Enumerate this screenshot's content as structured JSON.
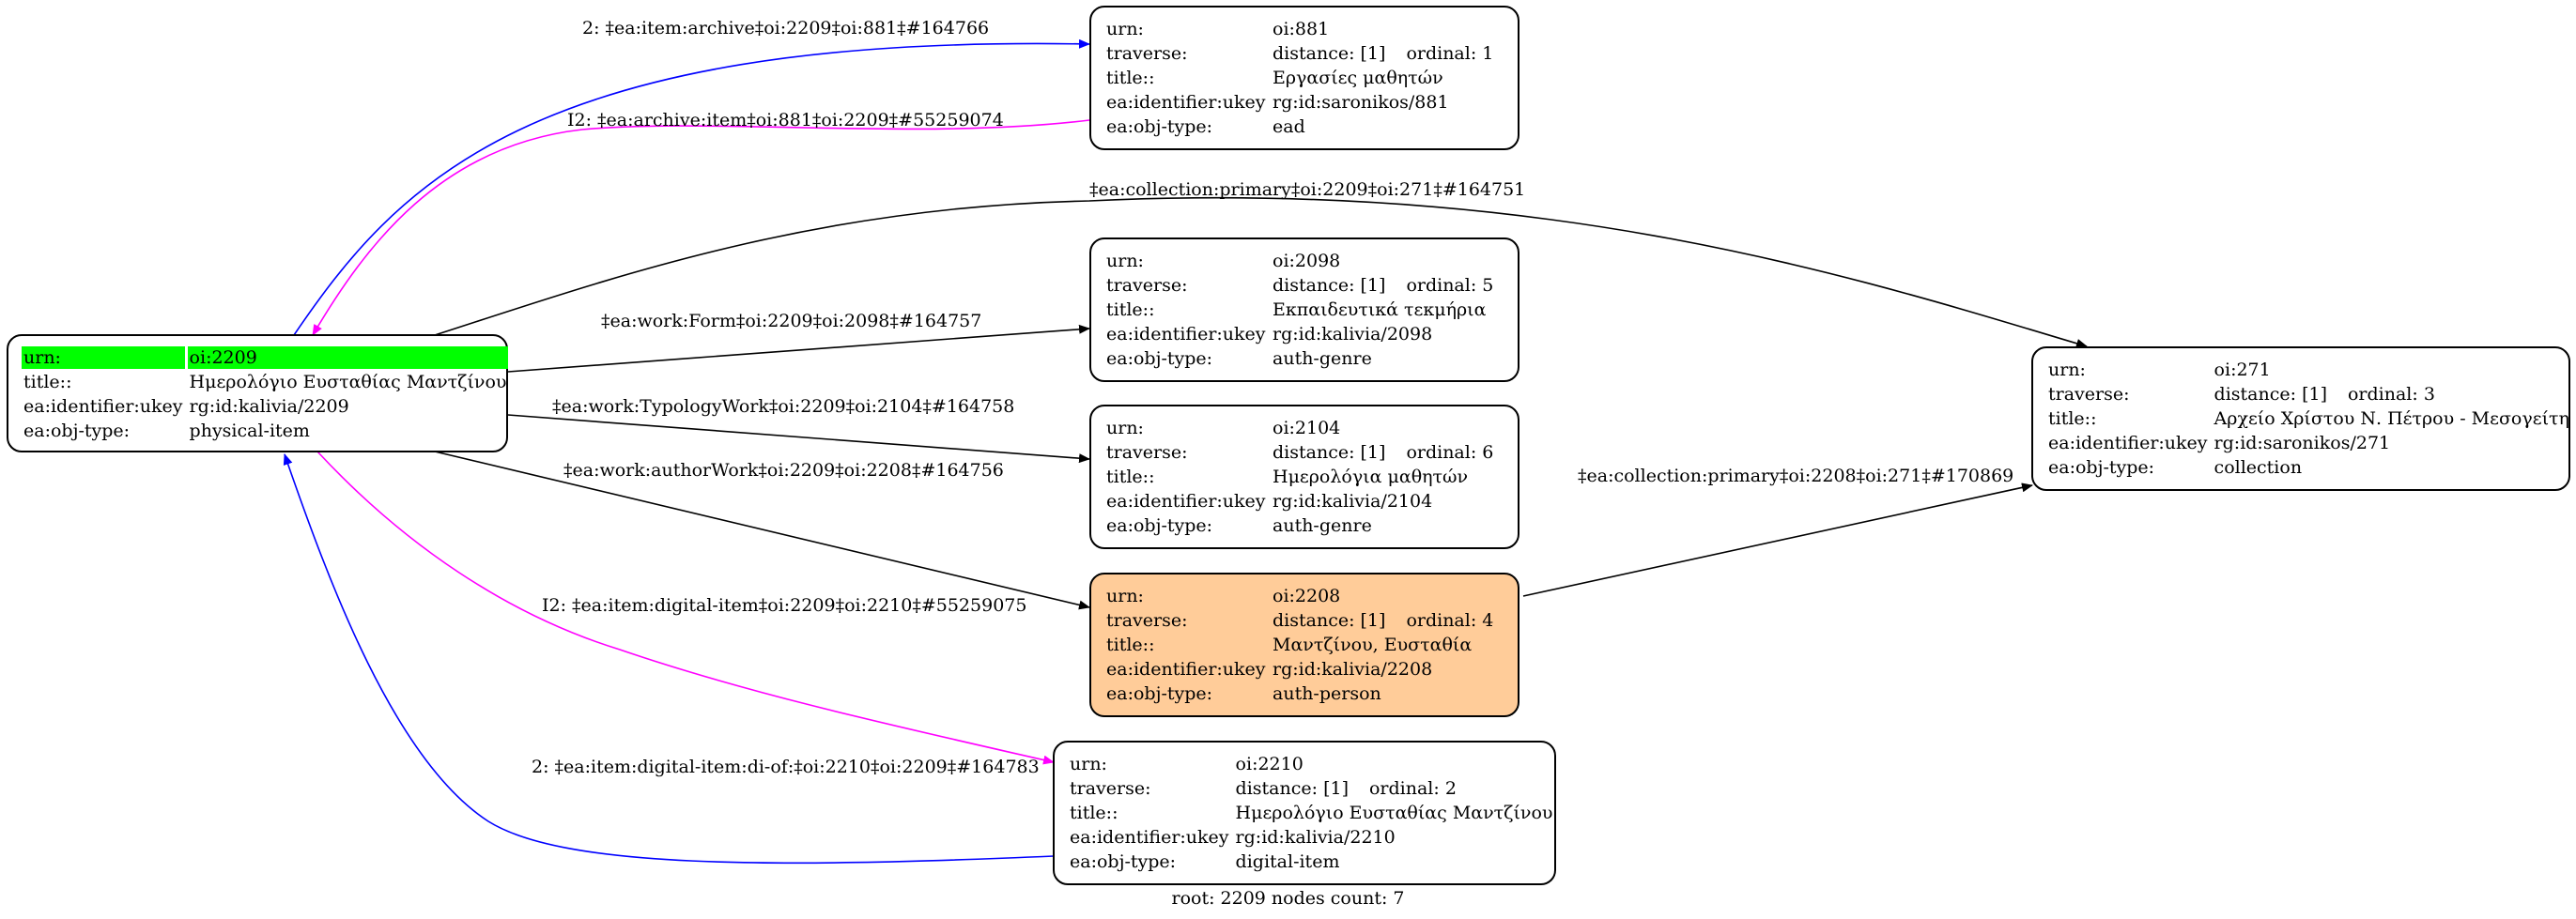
{
  "nodes": {
    "n2209": {
      "rows": [
        {
          "key": "urn:",
          "value": "oi:2209"
        },
        {
          "key": "title::",
          "value": "Ημερολόγιο Ευσταθίας Μαντζίνου"
        },
        {
          "key": "ea:identifier:ukey",
          "value": "rg:id:kalivia/2209"
        },
        {
          "key": "ea:obj-type:",
          "value": "physical-item"
        }
      ]
    },
    "n881": {
      "rows": [
        {
          "key": "urn:",
          "value": "oi:881"
        },
        {
          "key": "traverse:",
          "value": "distance: [1]",
          "extra": "ordinal: 1"
        },
        {
          "key": "title::",
          "value": "Εργασίες μαθητών"
        },
        {
          "key": "ea:identifier:ukey",
          "value": "rg:id:saronikos/881"
        },
        {
          "key": "ea:obj-type:",
          "value": "ead"
        }
      ]
    },
    "n2098": {
      "rows": [
        {
          "key": "urn:",
          "value": "oi:2098"
        },
        {
          "key": "traverse:",
          "value": "distance: [1]",
          "extra": "ordinal: 5"
        },
        {
          "key": "title::",
          "value": "Εκπαιδευτικά τεκμήρια"
        },
        {
          "key": "ea:identifier:ukey",
          "value": "rg:id:kalivia/2098"
        },
        {
          "key": "ea:obj-type:",
          "value": "auth-genre"
        }
      ]
    },
    "n2104": {
      "rows": [
        {
          "key": "urn:",
          "value": "oi:2104"
        },
        {
          "key": "traverse:",
          "value": "distance: [1]",
          "extra": "ordinal: 6"
        },
        {
          "key": "title::",
          "value": "Ημερολόγια μαθητών"
        },
        {
          "key": "ea:identifier:ukey",
          "value": "rg:id:kalivia/2104"
        },
        {
          "key": "ea:obj-type:",
          "value": "auth-genre"
        }
      ]
    },
    "n2208": {
      "rows": [
        {
          "key": "urn:",
          "value": "oi:2208"
        },
        {
          "key": "traverse:",
          "value": "distance: [1]",
          "extra": "ordinal: 4"
        },
        {
          "key": "title::",
          "value": "Μαντζίνου, Ευσταθία"
        },
        {
          "key": "ea:identifier:ukey",
          "value": "rg:id:kalivia/2208"
        },
        {
          "key": "ea:obj-type:",
          "value": "auth-person"
        }
      ]
    },
    "n2210": {
      "rows": [
        {
          "key": "urn:",
          "value": "oi:2210"
        },
        {
          "key": "traverse:",
          "value": "distance: [1]",
          "extra": "ordinal: 2"
        },
        {
          "key": "title::",
          "value": "Ημερολόγιο Ευσταθίας Μαντζίνου"
        },
        {
          "key": "ea:identifier:ukey",
          "value": "rg:id:kalivia/2210"
        },
        {
          "key": "ea:obj-type:",
          "value": "digital-item"
        }
      ]
    },
    "n271": {
      "rows": [
        {
          "key": "urn:",
          "value": "oi:271"
        },
        {
          "key": "traverse:",
          "value": "distance: [1]",
          "extra": "ordinal: 3"
        },
        {
          "key": "title::",
          "value": "Αρχείο Χρίστου Ν. Πέτρου - Μεσογείτη"
        },
        {
          "key": "ea:identifier:ukey",
          "value": "rg:id:saronikos/271"
        },
        {
          "key": "ea:obj-type:",
          "value": "collection"
        }
      ]
    }
  },
  "edges": {
    "e_archive": "2: ‡ea:item:archive‡oi:2209‡oi:881‡#164766",
    "e_archive_back": "I2: ‡ea:archive:item‡oi:881‡oi:2209‡#55259074",
    "e_collection": "‡ea:collection:primary‡oi:2209‡oi:271‡#164751",
    "e_form": "‡ea:work:Form‡oi:2209‡oi:2098‡#164757",
    "e_typology": "‡ea:work:TypologyWork‡oi:2209‡oi:2104‡#164758",
    "e_author": "‡ea:work:authorWork‡oi:2209‡oi:2208‡#164756",
    "e_collection2": "‡ea:collection:primary‡oi:2208‡oi:271‡#170869",
    "e_digital": "I2: ‡ea:item:digital-item‡oi:2209‡oi:2210‡#55259075",
    "e_digital_back": "2: ‡ea:item:digital-item:di-of:‡oi:2210‡oi:2209‡#164783"
  },
  "colors": {
    "blue": "#0000ff",
    "magenta": "#ff00ff",
    "black": "#000000",
    "root_highlight": "#00ff00",
    "person_fill": "#ffcc99"
  },
  "footer": "root: 2209 nodes count: 7"
}
